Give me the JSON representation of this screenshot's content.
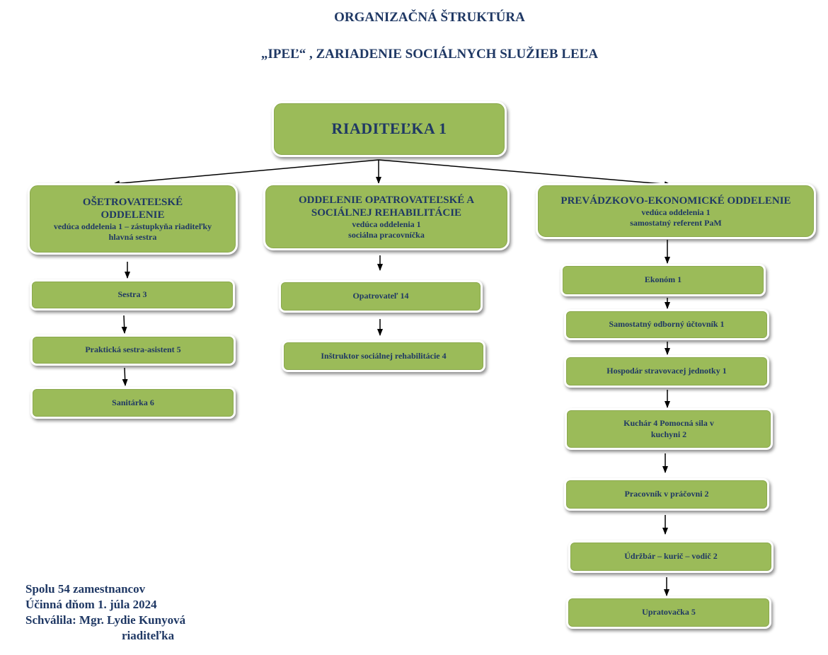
{
  "header": {
    "title": "ORGANIZAČNÁ ŠTRUKTÚRA",
    "subtitle": "„IPEĽ“ , ZARIADENIE SOCIÁLNYCH SLUŽIEB LEĽA"
  },
  "director": {
    "label": "RIADITEĽKA  1"
  },
  "departments": [
    {
      "title": "OŠETROVATEĽSKÉ ODDELENIE",
      "sub": "vedúca oddelenia 1 – zástupkyňa riaditeľky hlavná sestra",
      "units": [
        "Sestra 3",
        "Praktická sestra-asistent  5",
        "Sanitárka 6"
      ]
    },
    {
      "title": "ODDELENIE OPATROVATEĽSKÉ A SOCIÁLNEJ REHABILITÁCIE",
      "sub": "vedúca oddelenia 1 sociálna pracovníčka",
      "units": [
        "Opatrovateľ  14",
        "Inštruktor sociálnej rehabilitácie  4"
      ]
    },
    {
      "title": "PREVÁDZKOVO-EKONOMICKÉ ODDELENIE",
      "sub": "vedúca oddelenia 1 samostatný referent PaM",
      "units": [
        "Ekonóm 1",
        "Samostatný odborný účtovník 1",
        "Hospodár stravovacej jednotky 1",
        "Kuchár 4 Pomocná sila v kuchyni 2",
        "Pracovník v práčovni 2",
        "Údržbár – kurič – vodič 2",
        "Upratovačka 5"
      ]
    }
  ],
  "footer": {
    "line1": "Spolu 54 zamestnancov",
    "line2": "Účinná dňom 1. júla 2024",
    "line3": "Schválila: Mgr. Lydie Kunyová",
    "line4": "riaditeľka"
  }
}
